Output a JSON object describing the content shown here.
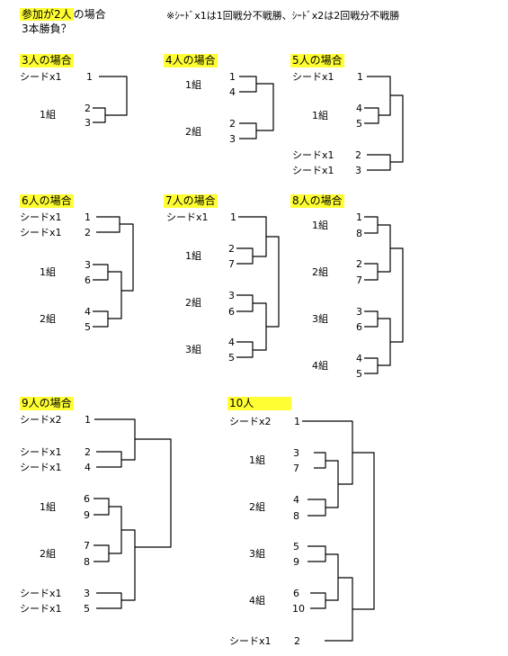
{
  "header": {
    "title_highlight": "参加が2人",
    "title_rest": "の場合",
    "subtitle": "3本勝負？",
    "note": "※ｼｰﾄﾞx1は1回戦分不戦勝、ｼｰﾄﾞx2は2回戦分不戦勝"
  },
  "sections": {
    "s3": {
      "title": "3人の場合"
    },
    "s4": {
      "title": "4人の場合"
    },
    "s5": {
      "title": "5人の場合"
    },
    "s6": {
      "title": "6人の場合"
    },
    "s7": {
      "title": "7人の場合"
    },
    "s8": {
      "title": "8人の場合"
    },
    "s9": {
      "title": "9人の場合"
    },
    "s10": {
      "title": "10人"
    }
  },
  "labels": {
    "seed1": "シードx1",
    "seed2": "シードx2",
    "group1": "1組",
    "group2": "2組",
    "group3": "3組",
    "group4": "4組"
  },
  "n": {
    "1": "1",
    "2": "2",
    "3": "3",
    "4": "4",
    "5": "5",
    "6": "6",
    "7": "7",
    "8": "8",
    "9": "9",
    "10": "10"
  }
}
